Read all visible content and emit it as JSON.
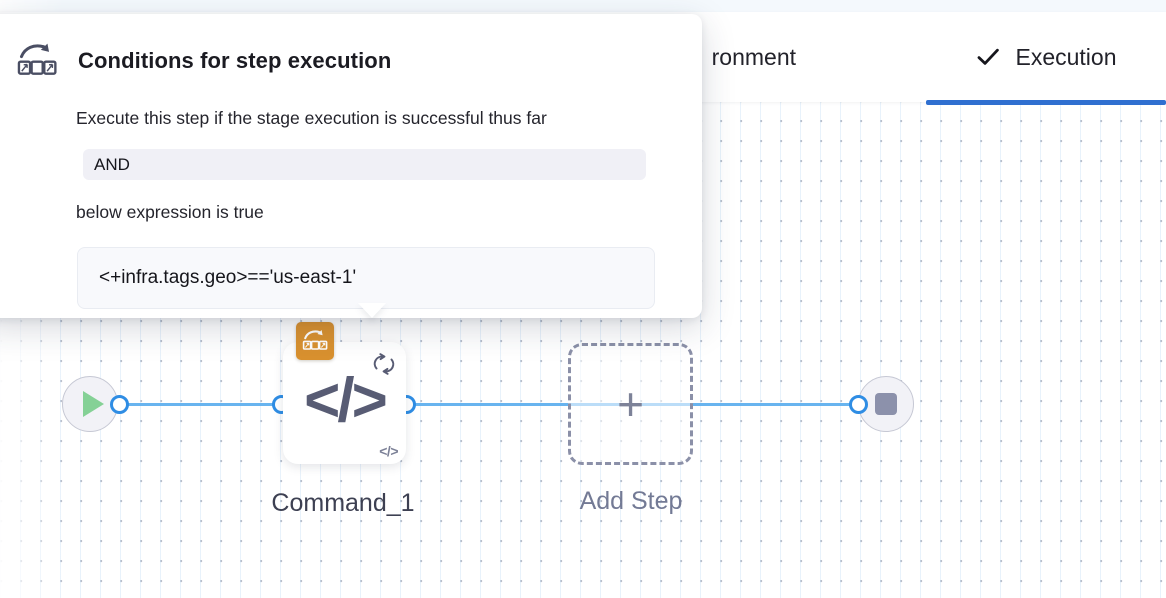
{
  "tabs": [
    {
      "id": "environment",
      "label": "ronment",
      "full_label": "Environment",
      "active": false,
      "icon": ""
    },
    {
      "id": "execution",
      "label": "Execution",
      "active": true,
      "icon": "check-icon"
    }
  ],
  "popup": {
    "icon": "conditional-execution-icon",
    "title": "Conditions for step execution",
    "line_1": "Execute this step if the stage execution is successful thus far",
    "operator_value": "AND",
    "line_2": "below expression is true",
    "expression_value": "<+infra.tags.geo>=='us-east-1'"
  },
  "flow": {
    "start_node": {
      "icon": "play-icon",
      "label": ""
    },
    "end_node": {
      "icon": "stop-icon",
      "label": ""
    },
    "step_node": {
      "label": "Command_1",
      "glyph": "</>",
      "mini_glyph": "</>",
      "badge_icon": "conditional-execution-icon",
      "loop_icon": "loop-retry-icon"
    },
    "add_step": {
      "label": "Add Step",
      "glyph": "+"
    }
  },
  "colors": {
    "accent_blue": "#2f6fd0",
    "connector_blue": "#2f8de4",
    "edge_blue": "#68b4ef",
    "badge_orange": "#d9912f",
    "play_green": "#85d196",
    "stop_gray": "#8c91ab",
    "field_fill": "#f0f0f6",
    "expression_fill": "#f8f9fc"
  }
}
